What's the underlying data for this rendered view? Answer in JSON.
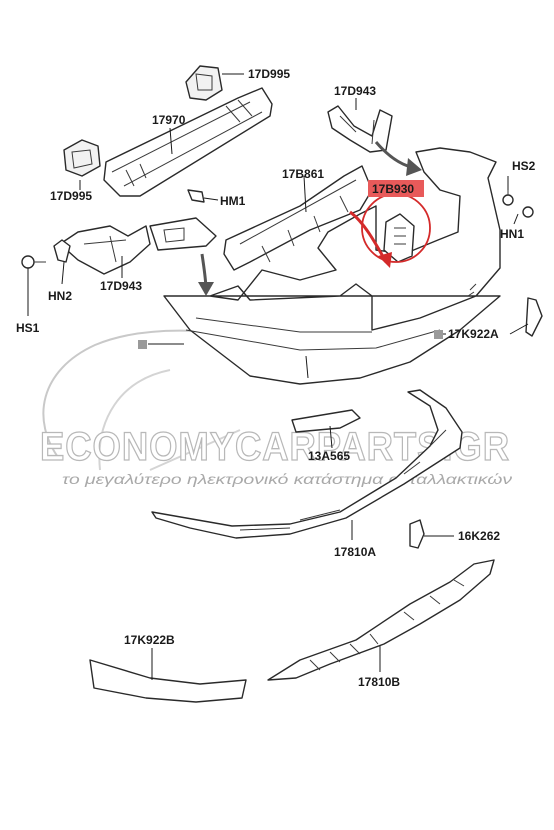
{
  "diagram": {
    "labels": {
      "p17D995_top": "17D995",
      "p17D943_top": "17D943",
      "p17970": "17970",
      "p17D995_left": "17D995",
      "p17B861": "17B861",
      "p17B930": "17B930",
      "pHS2": "HS2",
      "pHM1": "HM1",
      "pHN1": "HN1",
      "pHN2": "HN2",
      "p17D943_left": "17D943",
      "pHS1": "HS1",
      "p17K922A": "17K922A",
      "p13A565": "13A565",
      "p16K262": "16K262",
      "p17810A": "17810A",
      "p17K922B": "17K922B",
      "p17810B": "17810B"
    },
    "watermark": {
      "title": "ECONOMYCARPARTS.GR",
      "subtitle": "το μεγαλύτερο ηλεκτρονικό κατάστημα ανταλλακτικών"
    },
    "colors": {
      "highlight": "#e85a5a",
      "callout_circle": "#d42a2a",
      "line": "#2a2a2a",
      "watermark": "#b8b8b8"
    }
  }
}
